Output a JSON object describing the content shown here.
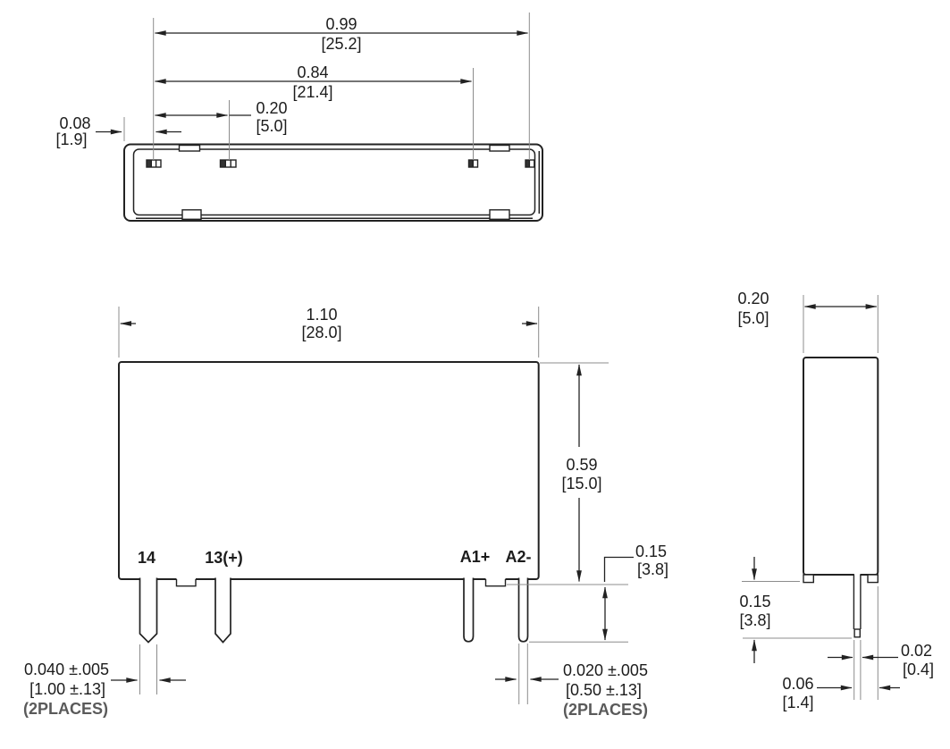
{
  "drawing_title": "relay-package-outline-dimensions",
  "units_style": "inches over [millimetres]",
  "colors": {
    "background": "#ffffff",
    "outline": "#222222",
    "dimension_line": "#222222",
    "extension_line": "#8c8c8c",
    "note_text": "#5a5a5a",
    "text": "#1c1c1c"
  },
  "views": {
    "top": {
      "name": "top-view"
    },
    "front": {
      "name": "front-view"
    },
    "side": {
      "name": "side-view"
    }
  },
  "pin_labels": {
    "pin14": "14",
    "pin13": "13(+)",
    "pinA1": "A1+",
    "pinA2": "A2-"
  },
  "dims": {
    "top_overall": {
      "value": "0.99",
      "metric": "[25.2]"
    },
    "top_span": {
      "value": "0.84",
      "metric": "[21.4]"
    },
    "top_pitch": {
      "value": "0.20",
      "metric": "[5.0]"
    },
    "top_edge_offset": {
      "value": "0.08",
      "metric": "[1.9]"
    },
    "front_width": {
      "value": "1.10",
      "metric": "[28.0]"
    },
    "front_height": {
      "value": "0.59",
      "metric": "[15.0]"
    },
    "front_pin_length": {
      "value": "0.15",
      "metric": "[3.8]"
    },
    "front_pin14_width": {
      "value": "0.040 ±.005",
      "metric": "[1.00 ±.13]",
      "note": "(2PLACES)"
    },
    "front_pinA_width": {
      "value": "0.020 ±.005",
      "metric": "[0.50 ±.13]",
      "note": "(2PLACES)"
    },
    "side_depth": {
      "value": "0.20",
      "metric": "[5.0]"
    },
    "side_pin_length": {
      "value": "0.15",
      "metric": "[3.8]"
    },
    "side_pin_thick": {
      "value": "0.02",
      "metric": "[0.4]"
    },
    "side_pin_offset": {
      "value": "0.06",
      "metric": "[1.4]"
    }
  }
}
